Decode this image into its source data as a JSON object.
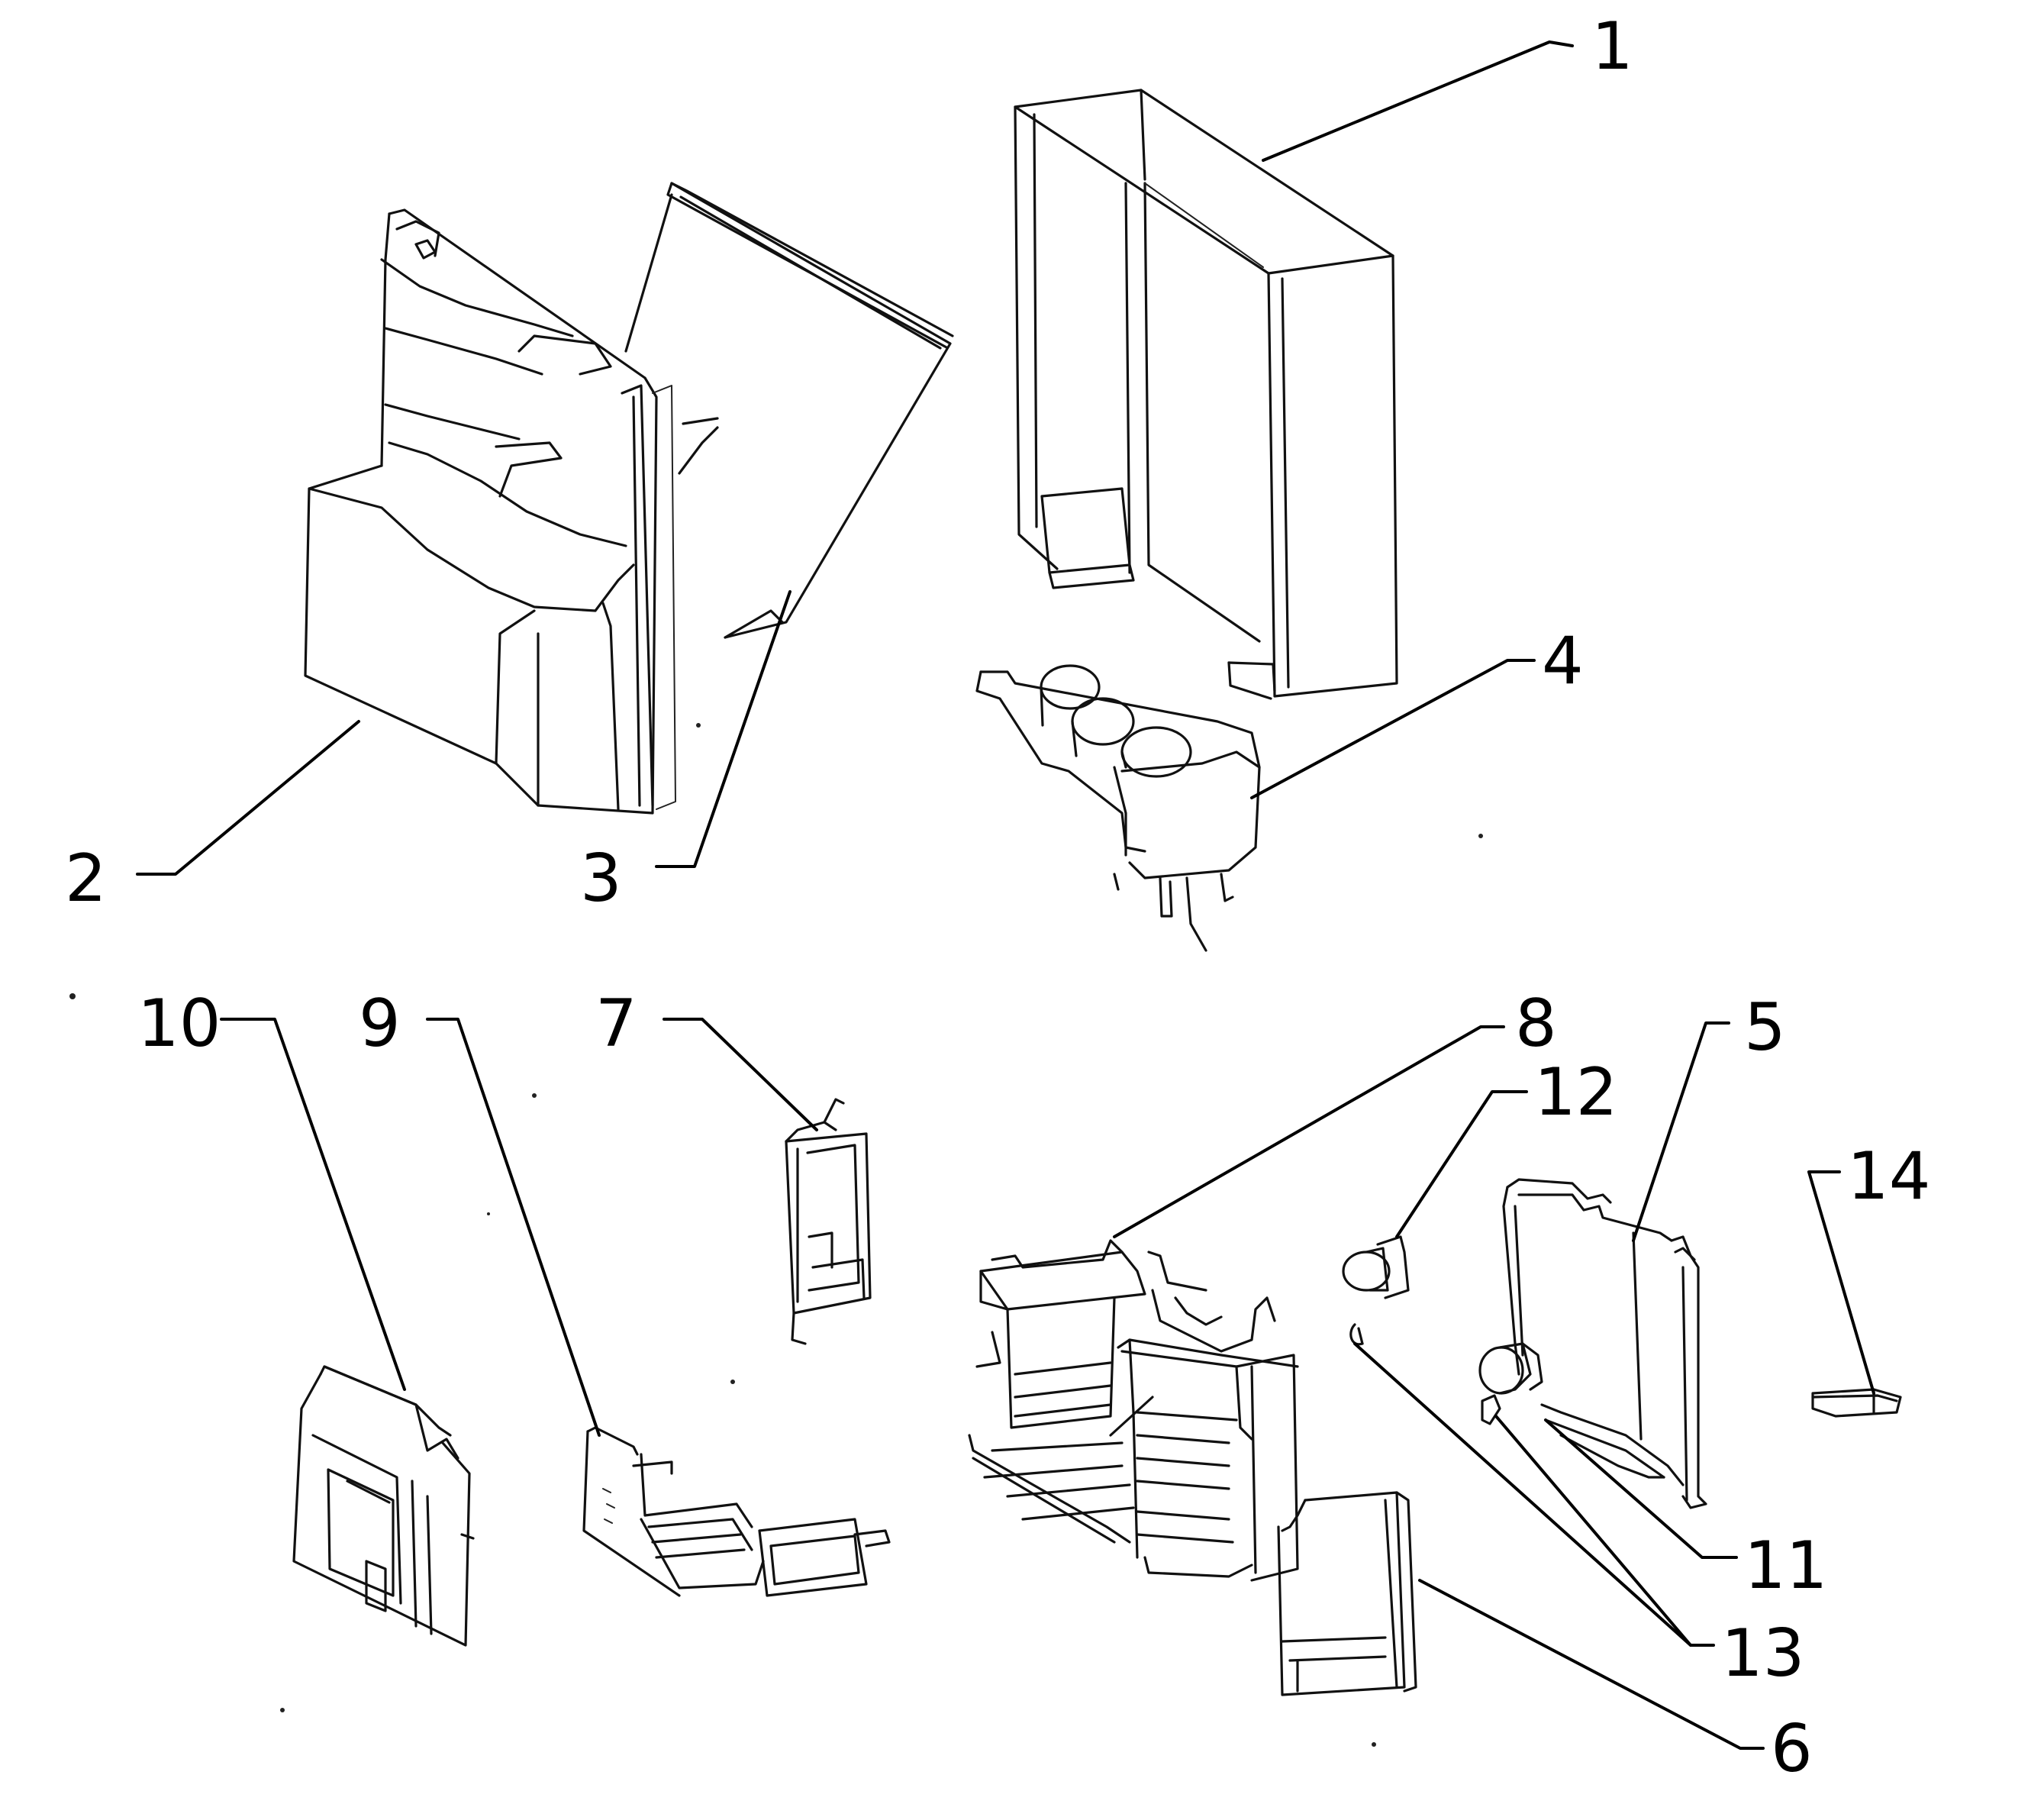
{
  "diagram": {
    "callouts": [
      {
        "id": "1",
        "label": "1"
      },
      {
        "id": "2",
        "label": "2"
      },
      {
        "id": "3",
        "label": "3"
      },
      {
        "id": "4",
        "label": "4"
      },
      {
        "id": "5",
        "label": "5"
      },
      {
        "id": "6",
        "label": "6"
      },
      {
        "id": "7",
        "label": "7"
      },
      {
        "id": "8",
        "label": "8"
      },
      {
        "id": "9",
        "label": "9"
      },
      {
        "id": "10",
        "label": "10"
      },
      {
        "id": "11",
        "label": "11"
      },
      {
        "id": "12",
        "label": "12"
      },
      {
        "id": "13",
        "label": "13"
      },
      {
        "id": "14",
        "label": "14"
      }
    ],
    "line_color": "#111111",
    "background": "#ffffff"
  }
}
